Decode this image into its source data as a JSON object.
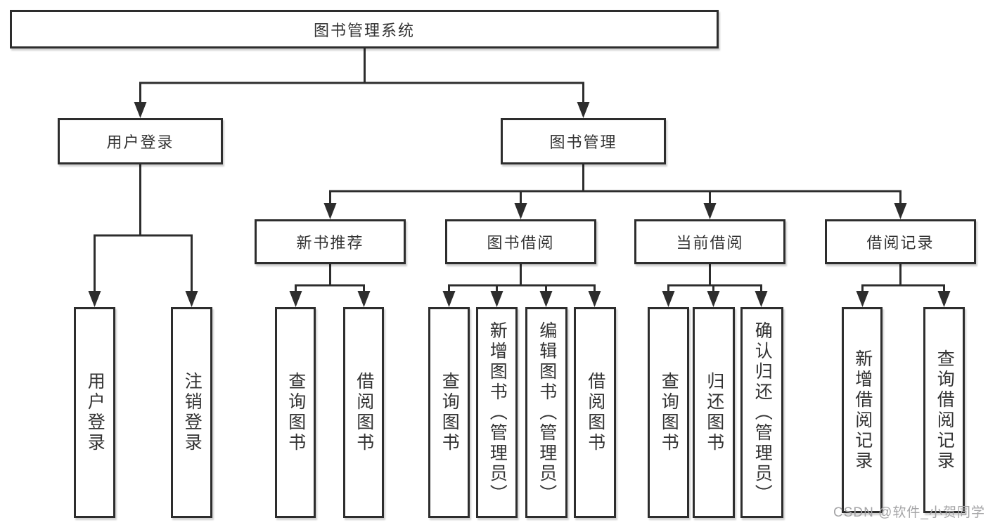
{
  "diagram": {
    "root": "图书管理系统",
    "level2": [
      {
        "label": "用户登录"
      },
      {
        "label": "图书管理"
      }
    ],
    "level3": [
      {
        "label": "新书推荐"
      },
      {
        "label": "图书借阅"
      },
      {
        "label": "当前借阅"
      },
      {
        "label": "借阅记录"
      }
    ],
    "leaves": {
      "login": [
        "用户登录",
        "注销登录"
      ],
      "recommend": [
        "查询图书",
        "借阅图书"
      ],
      "borrow": [
        "查询图书",
        "新增图书（管理员）",
        "编辑图书（管理员）",
        "借阅图书"
      ],
      "current": [
        "查询图书",
        "归还图书",
        "确认归还（管理员）"
      ],
      "records": [
        "新增借阅记录",
        "查询借阅记录"
      ]
    }
  },
  "watermark": "CSDN @软件_小贺同学",
  "colors": {
    "line": "#2d2d2d",
    "text": "#333333",
    "background": "#ffffff",
    "watermark": "#a5a5a7"
  }
}
